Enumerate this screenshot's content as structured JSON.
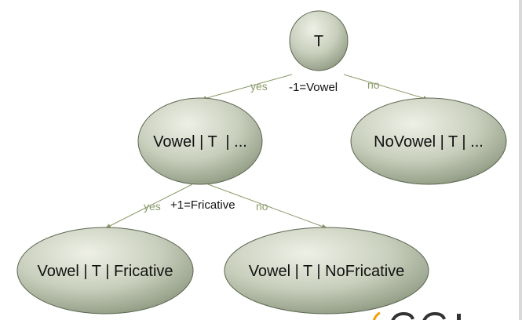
{
  "colors": {
    "node_fill_light": "#eef0e6",
    "node_fill_dark": "#8e9981",
    "node_stroke": "#5b6650",
    "edge": "#8a9a6a",
    "branch_text": "#8a9a6a",
    "text": "#111111"
  },
  "tree": {
    "root": {
      "label": "T"
    },
    "q1": {
      "label": "-1=Vowel",
      "yes": "yes",
      "no": "no"
    },
    "vowel": {
      "label": "Vowel | T  | ..."
    },
    "novowel": {
      "label": "NoVowel | T | ..."
    },
    "q2": {
      "label": "+1=Fricative",
      "yes": "yes",
      "no": "no"
    },
    "fricative": {
      "label": "Vowel | T | Fricative"
    },
    "nofricative": {
      "label": "Vowel | T | NoFricative"
    }
  }
}
